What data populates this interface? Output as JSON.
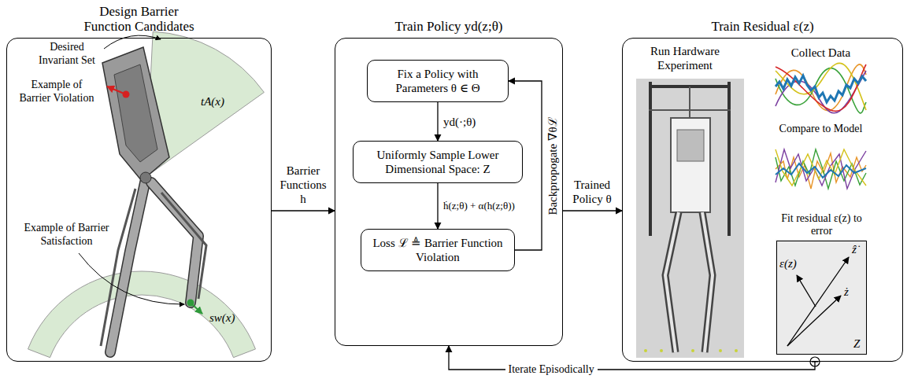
{
  "diagram": {
    "nodes": [
      {
        "text": [
          "Design Barrier Function Candidates"
        ]
      },
      {
        "text": [
          "Train Policy yd(z;θ)"
        ]
      },
      {
        "text": [
          "Fix a Policy with Parameters θ ∈ Θ"
        ],
        "in": 1
      },
      {
        "text": [
          "Uniformly Sample Lower Dimensional Space: Z"
        ],
        "in": 1
      },
      {
        "text": [
          "Loss ℒ ≜ Barrier Function Violation"
        ],
        "in": 1
      },
      {
        "text": [
          "Train Residual ε(z)"
        ]
      },
      {
        "text": [
          "Fit residual ε(z) to error"
        ],
        "in": 5
      }
    ],
    "edges": [
      {
        "from": 0,
        "to": 1,
        "label": "Barrier Functions h",
        "arrow": "to"
      },
      {
        "from": 2,
        "to": 3,
        "label": "yd(·;θ)",
        "arrow": "to"
      },
      {
        "from": 3,
        "to": 4,
        "label": "ḣ(z;θ) + α(h(z;θ))",
        "arrow": "to"
      },
      {
        "from": 4,
        "to": 2,
        "label": "Backpropogate ∇θℒ",
        "arrow": "to"
      },
      {
        "from": 1,
        "to": 5,
        "label": "Trained Policy θ",
        "arrow": "to"
      },
      {
        "from": 5,
        "to": 1,
        "label": "Iterate Episodically",
        "arrow": "to"
      }
    ],
    "labels": [
      "Desired Invariant Set",
      "tA(x)",
      "Example of Barrier Violation",
      "Example of Barrier Satisfaction",
      "sw(x)",
      "Run Hardware Experiment",
      "Collect Data",
      "Compare to Model",
      "ε(z)",
      "ẑ̇",
      "ż",
      "Z"
    ]
  }
}
